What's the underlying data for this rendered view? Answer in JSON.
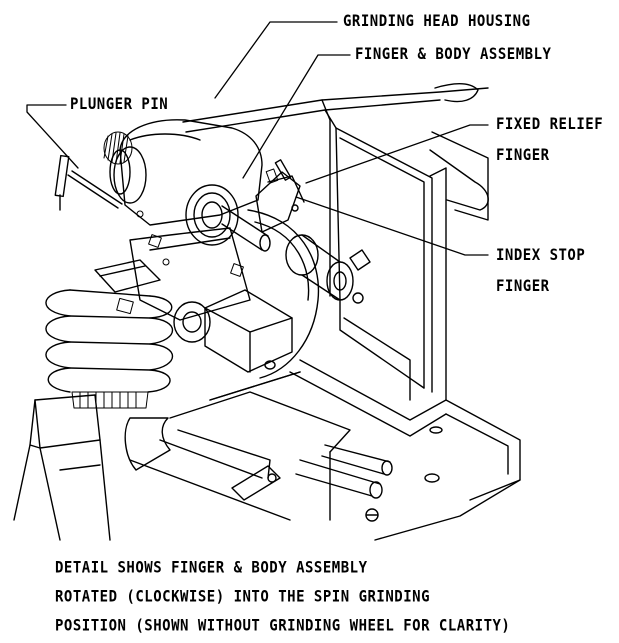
{
  "labels": {
    "grinding_head_housing": "GRINDING HEAD HOUSING",
    "finger_body_assembly": "FINGER & BODY ASSEMBLY",
    "plunger_pin": "PLUNGER PIN",
    "fixed_relief_finger_line1": "FIXED RELIEF",
    "fixed_relief_finger_line2": "FINGER",
    "index_stop_finger_line1": "INDEX STOP",
    "index_stop_finger_line2": "FINGER"
  },
  "caption": {
    "line1": "DETAIL SHOWS FINGER & BODY ASSEMBLY",
    "line2": "ROTATED (CLOCKWISE) INTO THE SPIN GRINDING",
    "line3": "POSITION (SHOWN WITHOUT GRINDING WHEEL FOR CLARITY)"
  }
}
